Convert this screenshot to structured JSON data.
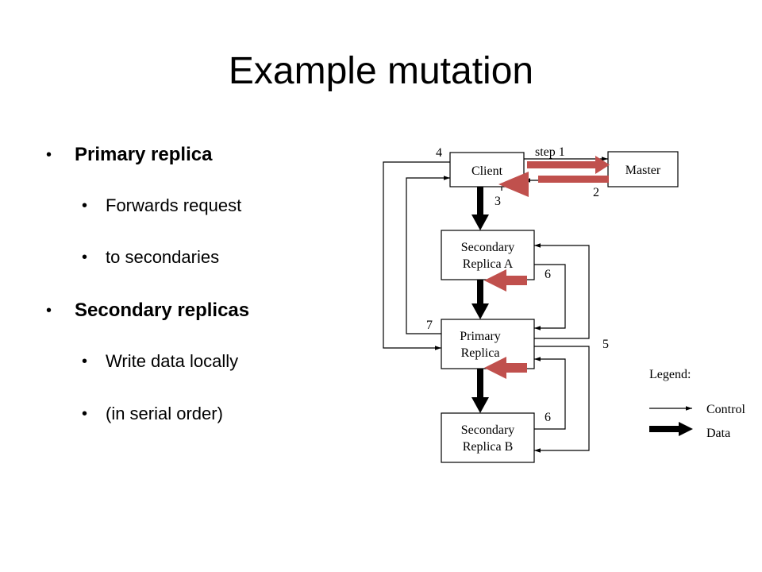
{
  "slide": {
    "title": "Example mutation"
  },
  "bullets": [
    {
      "text": "Primary replica",
      "level": 1
    },
    {
      "text": "Forwards request",
      "level": 2
    },
    {
      "text": "to secondaries",
      "level": 2
    },
    {
      "text": "Secondary replicas",
      "level": 1
    },
    {
      "text": "Write data locally",
      "level": 2
    },
    {
      "text": "(in serial order)",
      "level": 2
    }
  ],
  "diagram": {
    "nodes": {
      "client": "Client",
      "master": "Master",
      "secondary_a_line1": "Secondary",
      "secondary_a_line2": "Replica A",
      "primary_line1": "Primary",
      "primary_line2": "Replica",
      "secondary_b_line1": "Secondary",
      "secondary_b_line2": "Replica B"
    },
    "steps": {
      "step1": "step 1",
      "step2": "2",
      "step3": "3",
      "step4": "4",
      "step5": "5",
      "step6a": "6",
      "step6b": "6",
      "step7": "7"
    },
    "legend": {
      "title": "Legend:",
      "control": "Control",
      "data": "Data"
    },
    "colors": {
      "highlight_arrow": "#c0504d",
      "line": "#000000"
    }
  }
}
